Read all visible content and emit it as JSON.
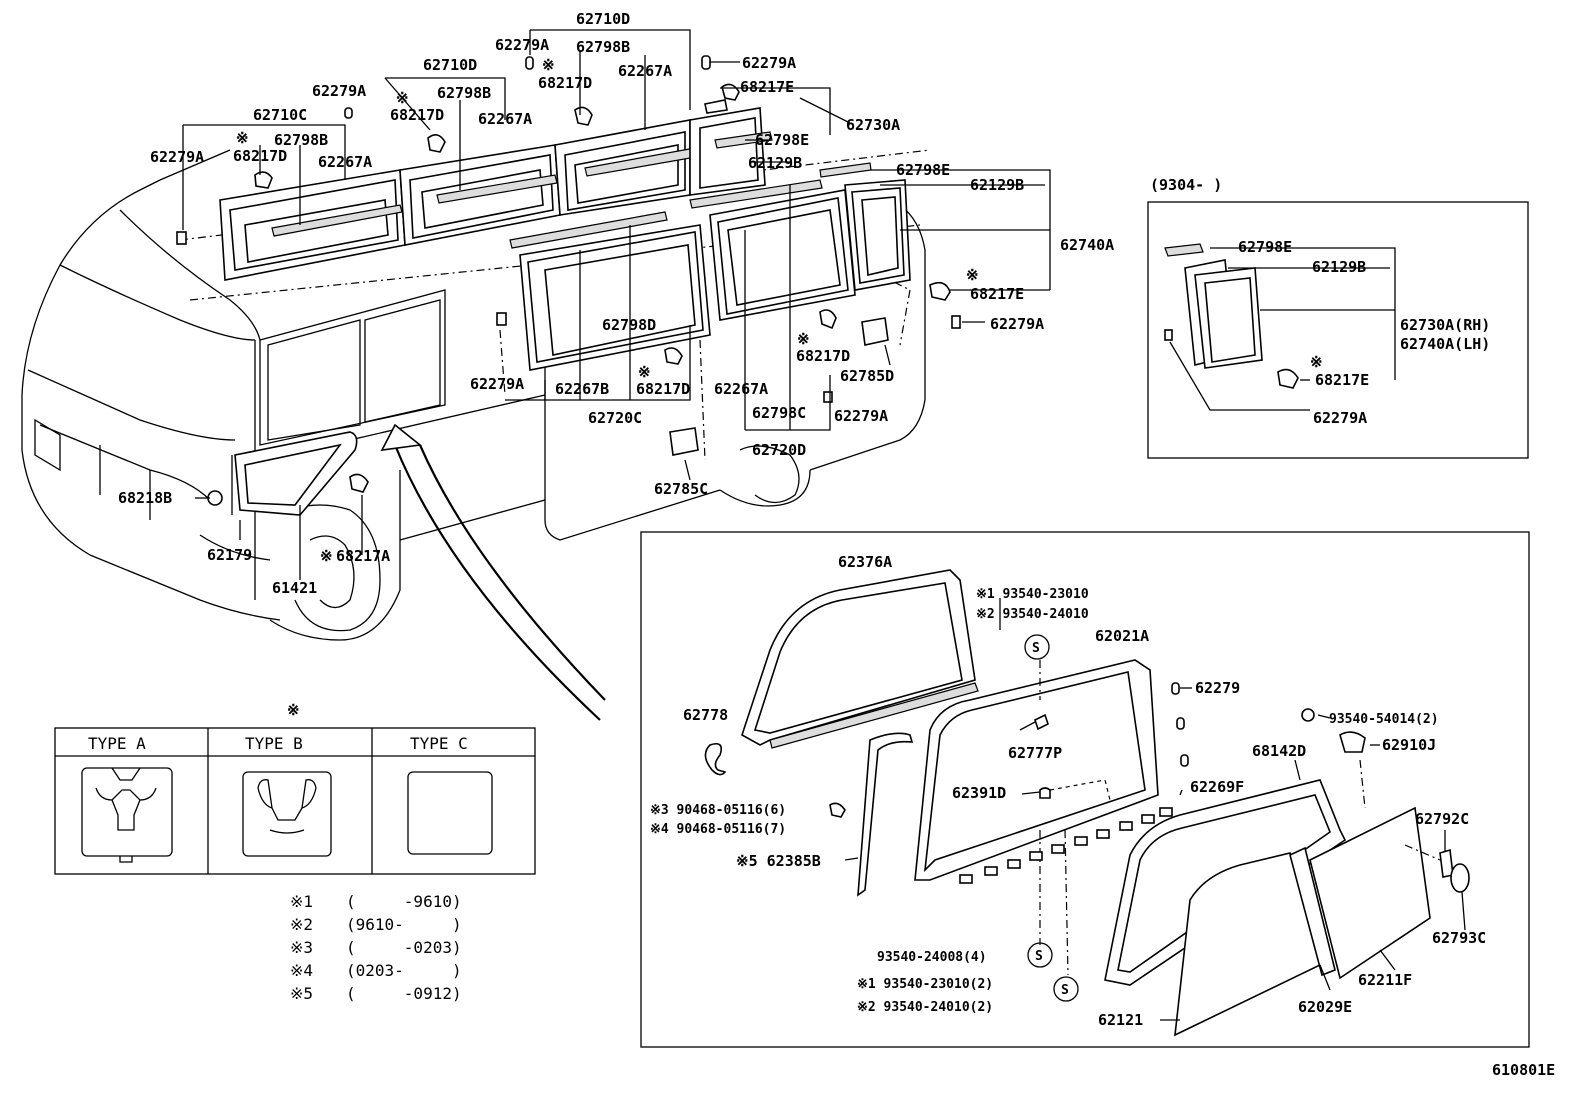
{
  "diagram_id": "610801E",
  "labels": {
    "l62710D_top": "62710D",
    "l62279A_1": "62279A",
    "l62798B_1": "62798B",
    "l68217D_1": "68217D",
    "l62267A_1": "62267A",
    "l62279A_2": "62279A",
    "l68217E_1": "68217E",
    "l62710D_2": "62710D",
    "l62279A_3": "62279A",
    "l68217D_2": "68217D",
    "l62798B_2": "62798B",
    "l62267A_2": "62267A",
    "l62730A": "62730A",
    "l62710C": "62710C",
    "l62798B_3": "62798B",
    "l68217D_3": "68217D",
    "l62267A_3": "62267A",
    "l62279A_4": "62279A",
    "l62798E_1": "62798E",
    "l62129B_1": "62129B",
    "l62798E_2": "62798E",
    "l62129B_2": "62129B",
    "l62740A": "62740A",
    "l68217E_2": "68217E",
    "l62279A_5": "62279A",
    "l62798D": "62798D",
    "l68217D_4": "68217D",
    "l62785D": "62785D",
    "l62279A_6": "62279A",
    "l62267B": "62267B",
    "l68217D_5": "68217D",
    "l62267A_4": "62267A",
    "l62720C": "62720C",
    "l62798C": "62798C",
    "l62279A_7": "62279A",
    "l62720D": "62720D",
    "l62785C": "62785C",
    "l68218B": "68218B",
    "l62179": "62179",
    "l68217A": "68217A",
    "l61421": "61421"
  },
  "inset_top": {
    "date_range": "(9304-      )",
    "l62798E": "62798E",
    "l62129B": "62129B",
    "l62730A_RH": "62730A(RH)",
    "l62740A_LH": "62740A(LH)",
    "l68217E": "68217E",
    "l62279A": "62279A"
  },
  "inset_bottom": {
    "l62376A": "62376A",
    "note1": "※1 93540-23010",
    "note2": "※2 93540-24010",
    "l62021A": "62021A",
    "l62279": "62279",
    "l62778": "62778",
    "l62777P": "62777P",
    "l93540_54014": "93540-54014(2)",
    "l62910J": "62910J",
    "l68142D": "68142D",
    "l62391D": "62391D",
    "l62269F": "62269F",
    "note3": "※3 90468-05116(6)",
    "note4": "※4 90468-05116(7)",
    "l62792C": "62792C",
    "note5": "※5 62385B",
    "l62793C": "62793C",
    "l93540_24008": "93540-24008(4)",
    "note1b": "※1  93540-23010(2)",
    "note2b": "※2  93540-24010(2)",
    "l62211F": "62211F",
    "l62121": "62121",
    "l62029E": "62029E",
    "s_mark": "S"
  },
  "type_table": {
    "asterisk": "※",
    "headers": [
      "TYPE  A",
      "TYPE  B",
      "TYPE  C"
    ]
  },
  "footnotes": [
    {
      "mark": "※1",
      "range": "(     -9610)"
    },
    {
      "mark": "※2",
      "range": "(9610-     )"
    },
    {
      "mark": "※3",
      "range": "(     -0203)"
    },
    {
      "mark": "※4",
      "range": "(0203-     )"
    },
    {
      "mark": "※5",
      "range": "(     -0912)"
    }
  ],
  "asterisk_mark": "※"
}
